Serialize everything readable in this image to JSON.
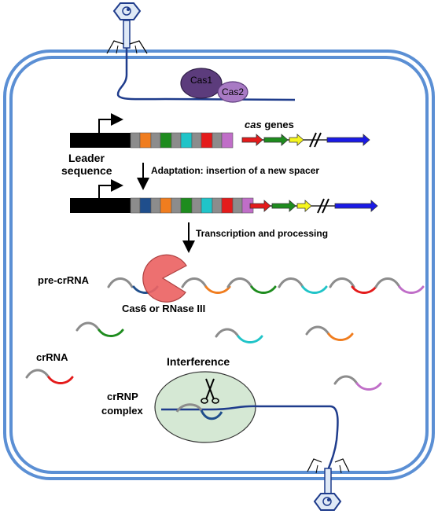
{
  "labels": {
    "cas1": "Cas1",
    "cas2": "Cas2",
    "cas_italic": "cas",
    "cas_genes_suffix": " genes",
    "leader_line1": "Leader",
    "leader_line2": "sequence",
    "adaptation": "Adaptation: insertion of  a new spacer",
    "transcription": "Transcription and processing",
    "pre_crrna": "pre-crRNA",
    "cas6": "Cas6 or RNase III",
    "crrna": "crRNA",
    "interference": "Interference",
    "crrnp_line1": "crRNP",
    "crrnp_line2": "complex"
  },
  "colors": {
    "cell_membrane": "#5b8fd4",
    "leader": "#000000",
    "repeat": "#8c8c8c",
    "spacer_orange": "#f07d1f",
    "spacer_green": "#1e8c1e",
    "spacer_teal": "#20c4c8",
    "spacer_red": "#e41b1b",
    "spacer_purple": "#c06ec8",
    "spacer_new_blue": "#1f4e8c",
    "gene_red": "#e41b1b",
    "gene_green": "#1e8c1e",
    "gene_yellow": "#f5f51e",
    "gene_blue": "#1a1ae6",
    "cas1_fill": "#5c3c7c",
    "cas2_fill": "#a87ac4",
    "cas6_fill": "#ec6464",
    "crrnp_fill": "#d5e8d4",
    "phage_dna": "#1f3c8c"
  },
  "crispr_array_1": [
    "repeat",
    "orange",
    "repeat",
    "green",
    "repeat",
    "teal",
    "repeat",
    "red",
    "repeat",
    "purple"
  ],
  "crispr_array_2": [
    "repeat",
    "new_blue",
    "repeat",
    "orange",
    "repeat",
    "green",
    "repeat",
    "teal",
    "repeat",
    "red",
    "repeat",
    "purple"
  ],
  "cas_genes": [
    "red",
    "green",
    "yellow",
    "break",
    "blue"
  ],
  "icons": [
    "bacteriophage-icon",
    "scissors-icon",
    "bent-arrow-icon",
    "down-arrow-icon",
    "gene-break-icon"
  ]
}
